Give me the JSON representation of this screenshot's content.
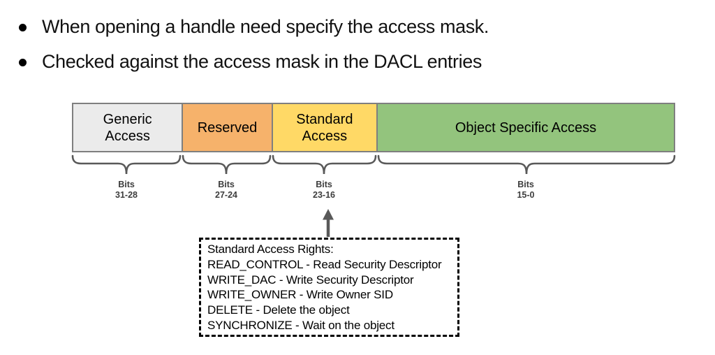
{
  "bullets": [
    "When opening a handle need specify the access mask.",
    "Checked against the access mask in the DACL entries"
  ],
  "bits_word": "Bits",
  "bar": {
    "segments": [
      {
        "label": "Generic\nAccess",
        "bits": "31-28",
        "color": "#ebebeb"
      },
      {
        "label": "Reserved",
        "bits": "27-24",
        "color": "#f6b26b"
      },
      {
        "label": "Standard\nAccess",
        "bits": "23-16",
        "color": "#ffd966"
      },
      {
        "label": "Object Specific Access",
        "bits": "15-0",
        "color": "#93c47d"
      }
    ]
  },
  "callout": {
    "title": "Standard Access Rights:",
    "lines": [
      "READ_CONTROL - Read Security Descriptor",
      "WRITE_DAC - Write Security Descriptor",
      "WRITE_OWNER - Write Owner SID",
      "DELETE - Delete the object",
      "SYNCHRONIZE - Wait on the object"
    ]
  },
  "colors": {
    "bar_border": "#7f7f7f",
    "brace": "#595959",
    "arrow": "#595959",
    "callout_border": "#000000",
    "text": "#000000"
  }
}
